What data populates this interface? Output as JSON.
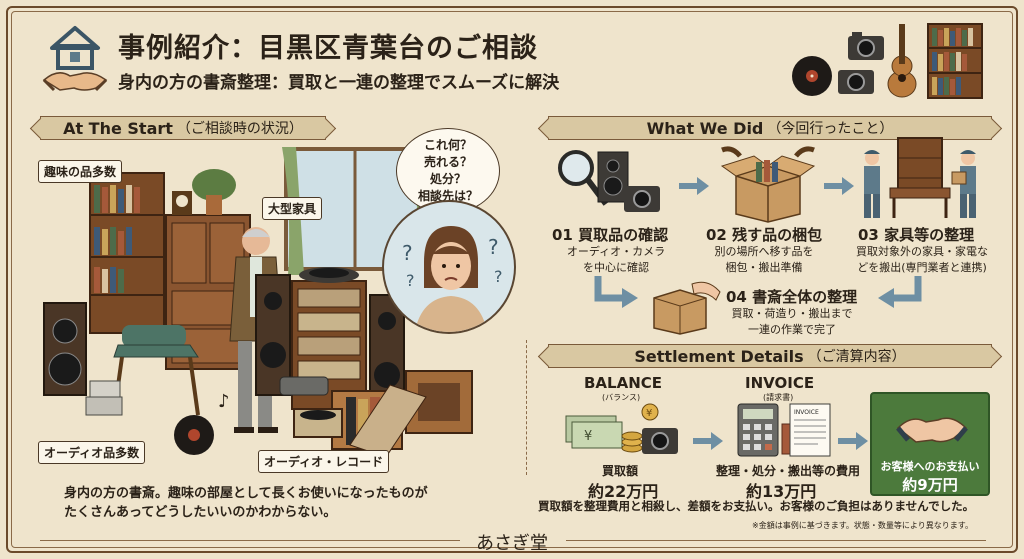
{
  "header": {
    "title": "事例紹介：目黒区青葉台のご相談",
    "subtitle": "身内の方の書斎整理：買取と一連の整理でスムーズに解決"
  },
  "start_section": {
    "heading_en": "At The Start",
    "heading_jp": "（ご相談時の状況）",
    "labels": {
      "hobby": "趣味の品多数",
      "furniture": "大型家具",
      "audio": "オーディオ品多数",
      "records": "オーディオ・レコード"
    },
    "bubble_lines": [
      "これ何？",
      "売れる？",
      "処分？",
      "相談先は？"
    ],
    "description_lines": [
      "身内の方の書斎。趣味の部屋として長くお使いになったものが",
      "たくさんあってどうしたいいのかわからない。"
    ]
  },
  "did_section": {
    "heading_en": "What We Did",
    "heading_jp": "（今回行ったこと）",
    "steps": [
      {
        "title": "01 買取品の確認",
        "text": [
          "オーディオ・カメラ",
          "を中心に確認"
        ]
      },
      {
        "title": "02 残す品の梱包",
        "text": [
          "別の場所へ移す品を",
          "梱包・搬出準備"
        ]
      },
      {
        "title": "03 家具等の整理",
        "text": [
          "買取対象外の家具・家電な",
          "どを搬出(専門業者と連携)"
        ]
      },
      {
        "title": "04 書斎全体の整理",
        "text": [
          "買取・荷造り・搬出まで",
          "一連の作業で完了"
        ]
      }
    ]
  },
  "settlement_section": {
    "heading_en": "Settlement Details",
    "heading_jp": "（ご清算内容）",
    "balance": {
      "label": "BALANCE",
      "sub": "(バランス)",
      "caption": "買取額",
      "amount": "約22万円"
    },
    "invoice": {
      "label": "INVOICE",
      "sub": "(請求書)",
      "doc_text": "INVOICE",
      "caption": "整理・処分・搬出等の費用",
      "amount": "約13万円"
    },
    "payment": {
      "caption": "お客様へのお支払い",
      "amount": "約9万円"
    },
    "note": "買取額を整理費用と相殺し、差額をお支払い。お客様のご負担はありませんでした。",
    "disclaimer": "※金額は事例に基づきます。状態・数量等により異なります。"
  },
  "footer": {
    "brand": "あさぎ堂"
  },
  "colors": {
    "background": "#efe4cc",
    "frame": "#6b4a2b",
    "ribbon": "#d9c8a2",
    "payment_box": "#4c7a3c",
    "arrow": "#6e8fa3"
  },
  "icons": [
    "house-handshake-icon",
    "records-cameras-guitar-bookshelf-icon",
    "magnifier-audio-camera-icon",
    "box-packing-icon",
    "movers-furniture-icon",
    "box-hands-icon",
    "yen-bills-coins-camera-icon",
    "calculator-invoice-icon",
    "handshake-icon"
  ]
}
